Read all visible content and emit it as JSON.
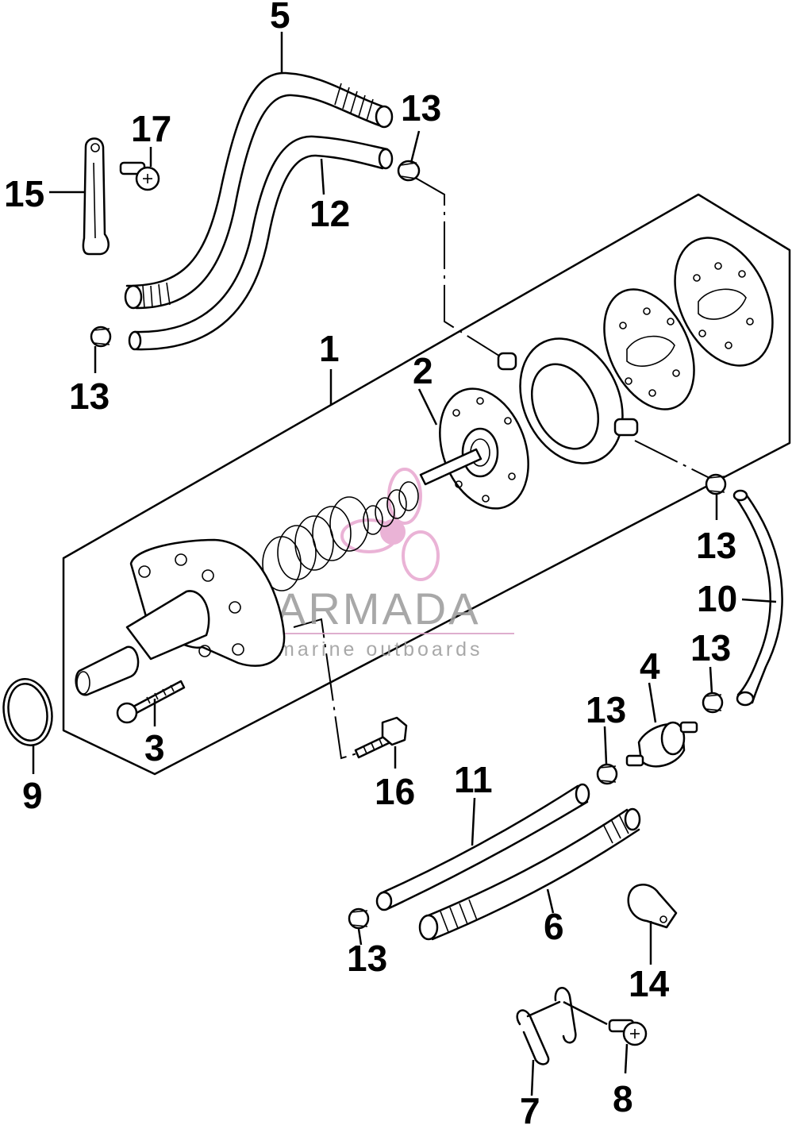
{
  "watermark": {
    "brand": "ARMADA",
    "tagline": "marine outboards",
    "logo_color": "#e7a6cf",
    "text_color": "#9a9a9a"
  },
  "parts": [
    {
      "id": "1",
      "label": "1"
    },
    {
      "id": "2",
      "label": "2"
    },
    {
      "id": "3",
      "label": "3"
    },
    {
      "id": "4",
      "label": "4"
    },
    {
      "id": "5",
      "label": "5"
    },
    {
      "id": "6",
      "label": "6"
    },
    {
      "id": "7",
      "label": "7"
    },
    {
      "id": "8",
      "label": "8"
    },
    {
      "id": "9",
      "label": "9"
    },
    {
      "id": "10",
      "label": "10"
    },
    {
      "id": "11",
      "label": "11"
    },
    {
      "id": "12",
      "label": "12"
    },
    {
      "id": "13",
      "label": "13"
    },
    {
      "id": "14",
      "label": "14"
    },
    {
      "id": "15",
      "label": "15"
    },
    {
      "id": "16",
      "label": "16"
    },
    {
      "id": "17",
      "label": "17"
    }
  ]
}
